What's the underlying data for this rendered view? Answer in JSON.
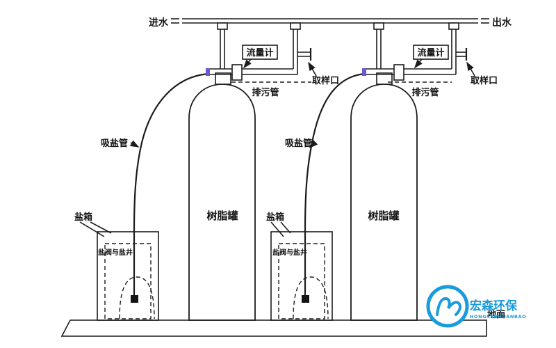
{
  "diagram": {
    "inlet_label": "进水",
    "outlet_label": "出水",
    "flow_meter_label": "流量计",
    "sampling_port_label": "取样口",
    "drain_pipe_label": "排污管",
    "salt_suction_pipe_label": "吸盐管",
    "salt_box_label": "盐箱",
    "resin_tank_label": "树脂罐",
    "salt_valve_well_label": "盐阀与盐井",
    "ground_label": "地面"
  },
  "logo": {
    "name": "宏森环保",
    "subtitle": "HONGSENHUANBAO",
    "brand_color": "#1a9bdb"
  },
  "colors": {
    "line": "#1c1c1c",
    "accent_fitting": "#6a5acd",
    "background": "#ffffff"
  }
}
